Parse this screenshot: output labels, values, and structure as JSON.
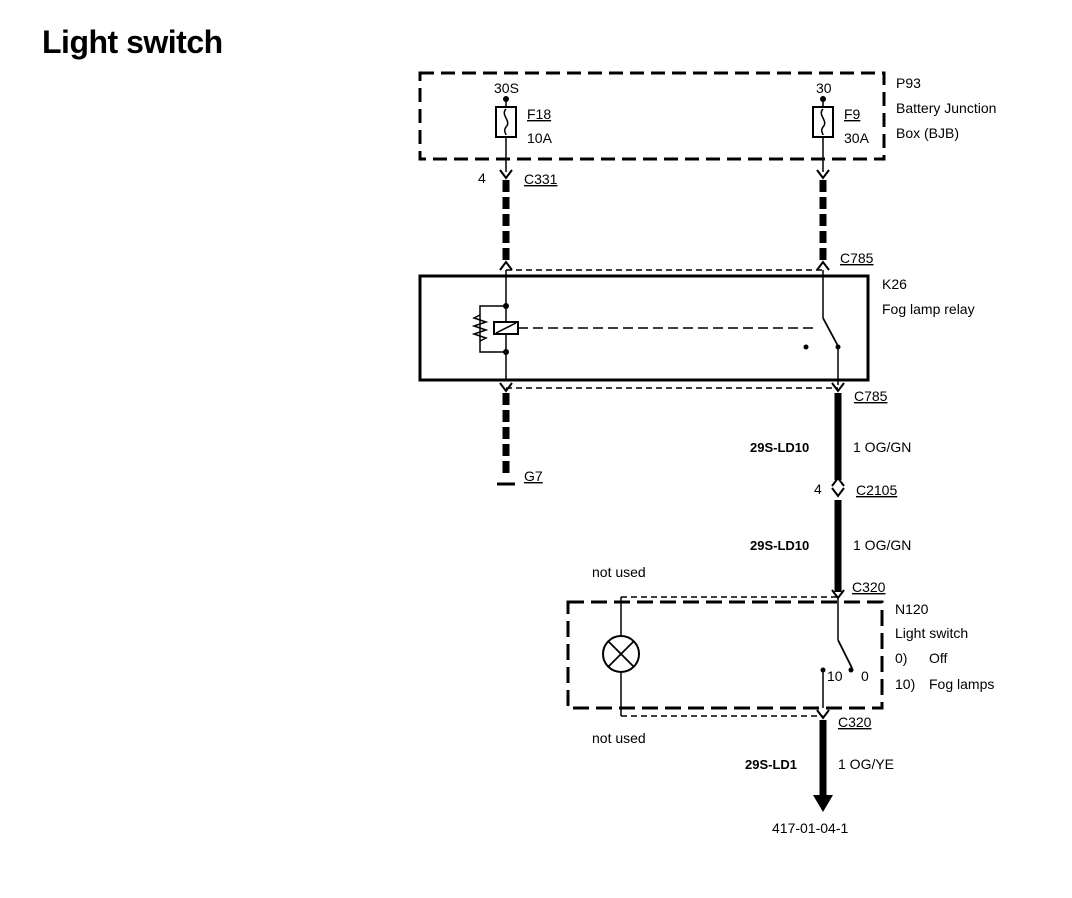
{
  "title": "Light switch",
  "bjb": {
    "id": "P93",
    "name_line1": "Battery Junction",
    "name_line2": "Box (BJB)"
  },
  "fuse_f18": {
    "pin": "30S",
    "name": "F18",
    "rating": "10A"
  },
  "fuse_f9": {
    "pin": "30",
    "name": "F9",
    "rating": "30A"
  },
  "connectors": {
    "c331": "C331",
    "c331_pin": "4",
    "c785_top": "C785",
    "c785_bottom": "C785",
    "c2105": "C2105",
    "c2105_pin": "4",
    "c320_top": "C320",
    "c320_bottom": "C320"
  },
  "relay": {
    "id": "K26",
    "name": "Fog lamp relay"
  },
  "ground": "G7",
  "wires": {
    "w1_circuit": "29S-LD10",
    "w1_color": "1 OG/GN",
    "w2_circuit": "29S-LD10",
    "w2_color": "1 OG/GN",
    "w3_circuit": "29S-LD1",
    "w3_color": "1 OG/YE"
  },
  "switch": {
    "id": "N120",
    "name": "Light switch",
    "pos_off_num": "0)",
    "pos_off": "Off",
    "pos_fog_num": "10)",
    "pos_fog": "Fog lamps",
    "contact_10": "10",
    "contact_0": "0"
  },
  "not_used_top": "not used",
  "not_used_bottom": "not used",
  "figure_ref": "417-01-04-1"
}
